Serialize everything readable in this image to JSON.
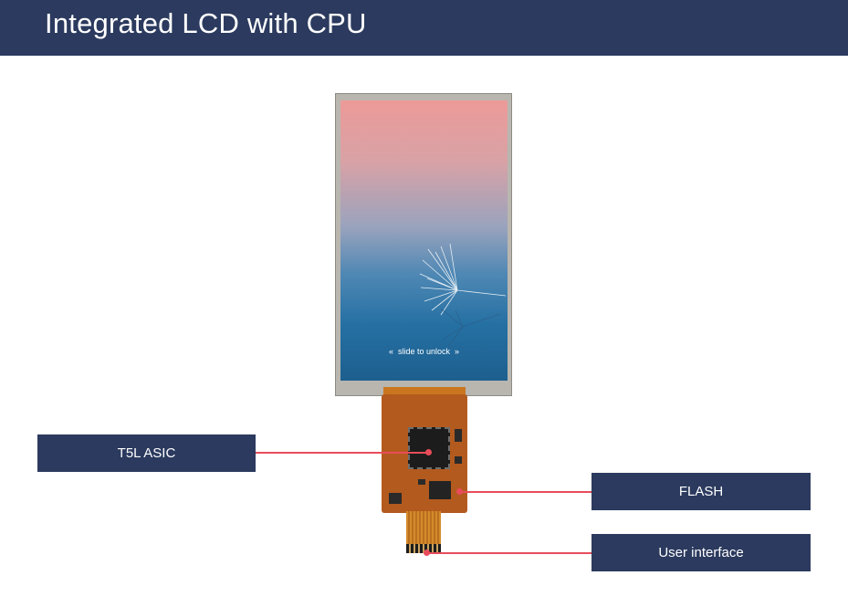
{
  "header": {
    "title": "Integrated LCD with CPU"
  },
  "screen": {
    "unlock_text": "slide to unlock"
  },
  "callouts": {
    "asic": "T5L ASIC",
    "flash": "FLASH",
    "user_interface": "User interface"
  },
  "colors": {
    "header_bg": "#2b3a5e",
    "label_bg": "#2b3a5e",
    "leader_line": "#e84c5a"
  }
}
